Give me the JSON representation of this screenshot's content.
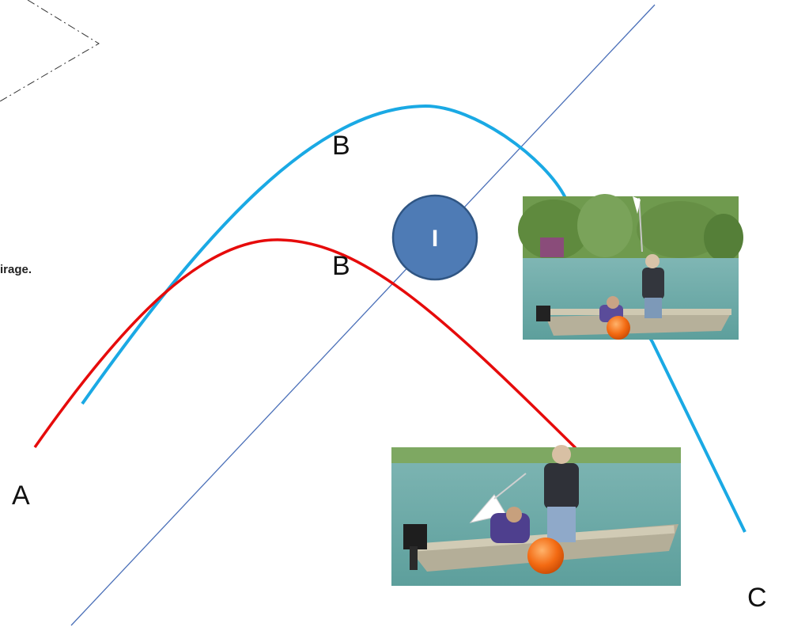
{
  "labels": {
    "a": "A",
    "b_upper": "B",
    "b_lower": "B",
    "c": "C",
    "i": "I",
    "fragment": "irage."
  },
  "colors": {
    "trajectory_blue": "#1aa9e4",
    "trajectory_red": "#e60b0b",
    "axis_line": "#4a6fb8",
    "circle_fill": "#4e7bb5",
    "circle_stroke": "#2f5583"
  },
  "photos": [
    {
      "subject": "two men in a small boat on a lake, one raising a pole with a white flag, orange buoy at bow"
    },
    {
      "subject": "two men in a small boat on a lake, one holding a net over the water, orange buoy at bow"
    }
  ]
}
